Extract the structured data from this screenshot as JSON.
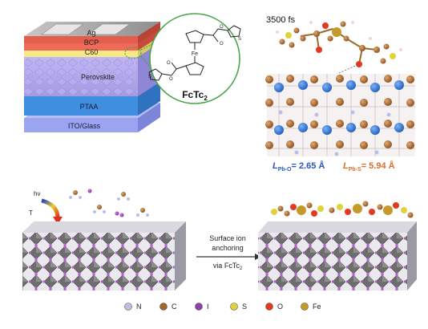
{
  "device": {
    "layers": {
      "ag": "Ag",
      "bcp": "BCP",
      "c60": "C60",
      "perovskite": "Perovskite",
      "ptaa": "PTAA",
      "ito": "ITO/Glass"
    }
  },
  "molecule": {
    "fe_label": "Fe",
    "name_main": "FcTc",
    "name_sub": "2"
  },
  "simulation": {
    "time": "3500 fs",
    "bond1_main": "L",
    "bond1_sub": "Pb-O",
    "bond1_value": "= 2.65 Å",
    "bond2_main": "L",
    "bond2_sub": "Pb-S",
    "bond2_value": "= 5.94 Å"
  },
  "process": {
    "hv": "hν",
    "temp": "T",
    "arrow_line1": "Surface ion",
    "arrow_line2": "anchoring",
    "arrow_line3_main": "via FcTc",
    "arrow_line3_sub": "2"
  },
  "legend": [
    {
      "symbol": "N",
      "color": "#b8c0e8"
    },
    {
      "symbol": "C",
      "color": "#a0662c"
    },
    {
      "symbol": "I",
      "color": "#8e3fa8"
    },
    {
      "symbol": "S",
      "color": "#e0d23a"
    },
    {
      "symbol": "O",
      "color": "#e23a22"
    },
    {
      "symbol": "Fe",
      "color": "#c69a2a"
    }
  ],
  "colors": {
    "ag": "#9a9a9a",
    "bcp": "#ee6b5a",
    "c60": "#f7ea86",
    "perovskite": "#a9a0e6",
    "ptaa": "#3f8ee0",
    "ito": "#9aa4f0",
    "pb": "#2a6fd0",
    "octahedron": "#707070"
  }
}
